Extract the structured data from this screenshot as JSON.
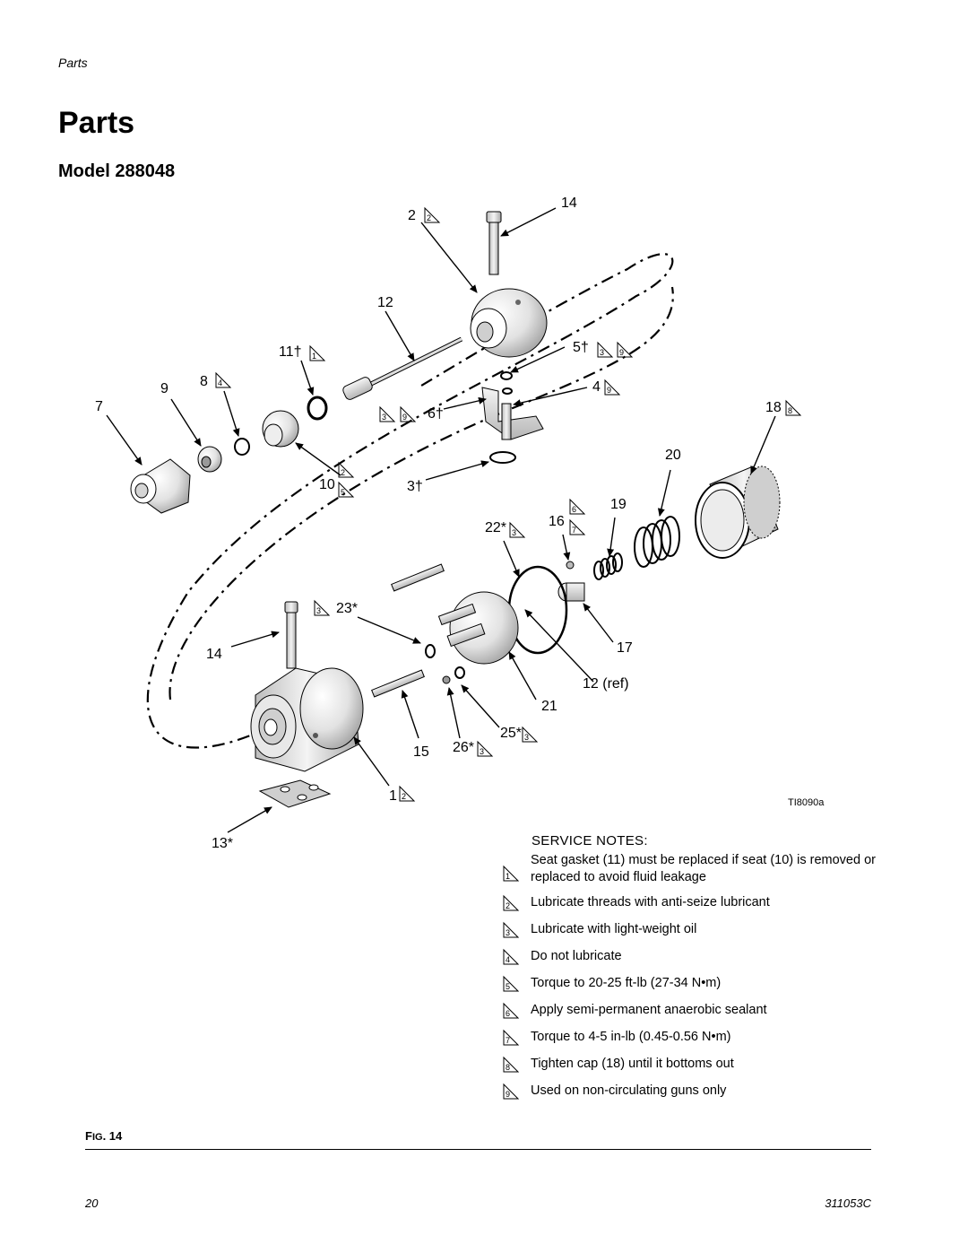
{
  "header": {
    "section": "Parts"
  },
  "title": "Parts",
  "model_heading": "Model 288048",
  "diagram": {
    "illustration_id": "TI8090a",
    "callouts": {
      "c2": "2",
      "c14a": "14",
      "c12": "12",
      "c11": "11†",
      "c9": "9",
      "c8": "8",
      "c7": "7",
      "c5": "5†",
      "c4": "4",
      "c6": "6†",
      "c18": "18",
      "c20": "20",
      "c10": "10",
      "c3": "3†",
      "c19": "19",
      "c16": "16",
      "c22": "22*",
      "c23": "23*",
      "c14b": "14",
      "c17": "17",
      "c12ref": "12 (ref)",
      "c21": "21",
      "c25": "25*",
      "c15": "15",
      "c26": "26*",
      "c1": "1",
      "c13": "13*"
    }
  },
  "service_notes": {
    "title": "SERVICE NOTES:",
    "items": [
      {
        "marker": "1",
        "text": "Seat gasket (11) must be replaced if seat (10) is removed or replaced to avoid fluid leakage"
      },
      {
        "marker": "2",
        "text": "Lubricate threads with anti-seize lubricant"
      },
      {
        "marker": "3",
        "text": "Lubricate with light-weight oil"
      },
      {
        "marker": "4",
        "text": "Do not lubricate"
      },
      {
        "marker": "5",
        "text": "Torque to 20-25 ft-lb (27-34 N•m)"
      },
      {
        "marker": "6",
        "text": "Apply semi-permanent anaerobic sealant"
      },
      {
        "marker": "7",
        "text": "Torque to 4-5 in-lb (0.45-0.56 N•m)"
      },
      {
        "marker": "8",
        "text": "Tighten cap (18) until it bottoms out"
      },
      {
        "marker": "9",
        "text": "Used on non-circulating guns only"
      }
    ]
  },
  "figure": {
    "prefix_big": "F",
    "prefix_small": "IG",
    "number": ". 14"
  },
  "footer": {
    "page_number": "20",
    "doc_number": "311053C"
  }
}
